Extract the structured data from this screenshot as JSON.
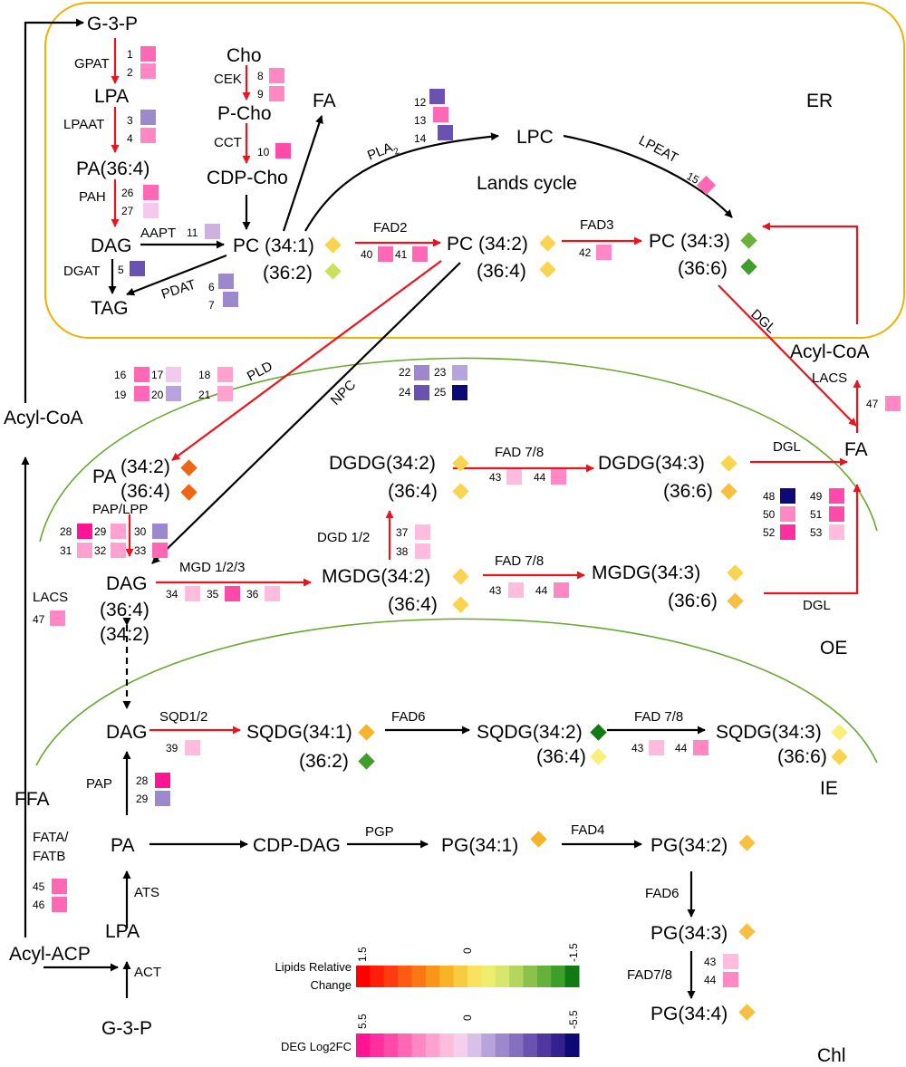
{
  "compartments": {
    "er": "ER",
    "oe": "OE",
    "ie": "IE",
    "chl": "Chl"
  },
  "metabolites": {
    "g3p_top": "G-3-P",
    "lpa_er": "LPA",
    "pa_er": "PA(36:4)",
    "dag_er": "DAG",
    "tag": "TAG",
    "cho": "Cho",
    "pcho": "P-Cho",
    "cdpcho": "CDP-Cho",
    "fa_er": "FA",
    "pc341": "PC (34:1)",
    "pc362": "(36:2)",
    "pc342": "PC (34:2)",
    "pc364": "(36:4)",
    "pc343": "PC (34:3)",
    "pc366": "(36:6)",
    "lpc": "LPC",
    "lands_cycle": "Lands cycle",
    "acylcoa_right": "Acyl-CoA",
    "fa_right": "FA",
    "acylcoa_left": "Acyl-CoA",
    "pa342": "(34:2)",
    "pa_prefix": "PA",
    "pa364": "(36:4)",
    "dag_oe": "DAG",
    "dag_oe_364": "(36:4)",
    "dag_oe_342": "(34:2)",
    "dgdg342": "DGDG(34:2)",
    "dgdg364": "(36:4)",
    "dgdg343": "DGDG(34:3)",
    "dgdg366": "(36:6)",
    "mgdg342": "MGDG(34:2)",
    "mgdg364": "(36:4)",
    "mgdg343": "MGDG(34:3)",
    "mgdg366": "(36:6)",
    "dag_ie": "DAG",
    "sqdg341": "SQDG(34:1)",
    "sqdg362": "(36:2)",
    "sqdg342": "SQDG(34:2)",
    "sqdg364": "(36:4)",
    "sqdg343": "SQDG(34:3)",
    "sqdg366": "(36:6)",
    "ffa": "FFA",
    "pa_chl": "PA",
    "cdpdag": "CDP-DAG",
    "pg341": "PG(34:1)",
    "pg342": "PG(34:2)",
    "pg343": "PG(34:3)",
    "pg344": "PG(34:4)",
    "lpa_chl": "LPA",
    "acylacp": "Acyl-ACP",
    "g3p_bottom": "G-3-P"
  },
  "enzymes": {
    "gpat": "GPAT",
    "lpaat": "LPAAT",
    "pah": "PAH",
    "aapt": "AAPT",
    "dgat": "DGAT",
    "pdat": "PDAT",
    "cek": "CEK",
    "cct": "CCT",
    "pla2": "PLA",
    "pla2_sub": "2",
    "lpeat": "LPEAT",
    "fad2": "FAD2",
    "fad3": "FAD3",
    "dgl_er": "DGL",
    "lacs_right": "LACS",
    "pld": "PLD",
    "npc": "NPC",
    "pap_lpp": "PAP/LPP",
    "mgd": "MGD 1/2/3",
    "dgd": "DGD 1/2",
    "fad78_dgdg": "FAD 7/8",
    "fad78_mgdg": "FAD 7/8",
    "dgl_dgdg": "DGL",
    "dgl_mgdg": "DGL",
    "lacs_left": "LACS",
    "sqd": "SQD1/2",
    "fad6_sqdg": "FAD6",
    "fad78_sqdg": "FAD 7/8",
    "pap_chl": "PAP",
    "pgp": "PGP",
    "fad4": "FAD4",
    "fad6_pg": "FAD6",
    "fad78_pg": "FAD7/8",
    "fata_1": "FATA/",
    "fata_2": "FATB",
    "ats": "ATS",
    "act": "ACT"
  },
  "colors": {
    "er_membrane": "#f0b000",
    "plastid_membrane": "#66a830",
    "activation_arrow": "#e8141e",
    "lipid_scale": [
      "#ff0000",
      "#ff1e0a",
      "#ff3c0f",
      "#fd5a12",
      "#fa7814",
      "#f89619",
      "#f8b428",
      "#f8cc40",
      "#f8e25e",
      "#eeee6e",
      "#d8e66e",
      "#b2d660",
      "#8cc24c",
      "#66b03c",
      "#3e9e2a",
      "#127a12"
    ],
    "deg_scale": [
      "#ff1493",
      "#ff2fa0",
      "#ff4aa9",
      "#ff68b4",
      "#ff88c4",
      "#ffa2d0",
      "#ffbcdd",
      "#f5cfee",
      "#d8c0e8",
      "#b8a4dc",
      "#9c88cc",
      "#8470be",
      "#6a52b0",
      "#4e38a0",
      "#34208e",
      "#0d0a78"
    ]
  },
  "numbers": [
    "1",
    "2",
    "3",
    "4",
    "5",
    "6",
    "7",
    "8",
    "9",
    "10",
    "11",
    "12",
    "13",
    "14",
    "15",
    "16",
    "17",
    "18",
    "19",
    "20",
    "21",
    "22",
    "23",
    "24",
    "25",
    "26",
    "27",
    "28",
    "29",
    "30",
    "31",
    "32",
    "33",
    "34",
    "35",
    "36",
    "37",
    "38",
    "39",
    "40",
    "41",
    "42",
    "43",
    "44",
    "45",
    "46",
    "47",
    "48",
    "49",
    "50",
    "51",
    "52",
    "53"
  ],
  "legend": {
    "lipids_title_1": "Lipids Relative",
    "lipids_title_2": "Change",
    "lipids_max": "1.5",
    "lipids_mid": "0",
    "lipids_min": "-1.5",
    "deg_title": "DEG  Log2FC",
    "deg_max": "5.5",
    "deg_mid": "0",
    "deg_min": "-5.5"
  }
}
